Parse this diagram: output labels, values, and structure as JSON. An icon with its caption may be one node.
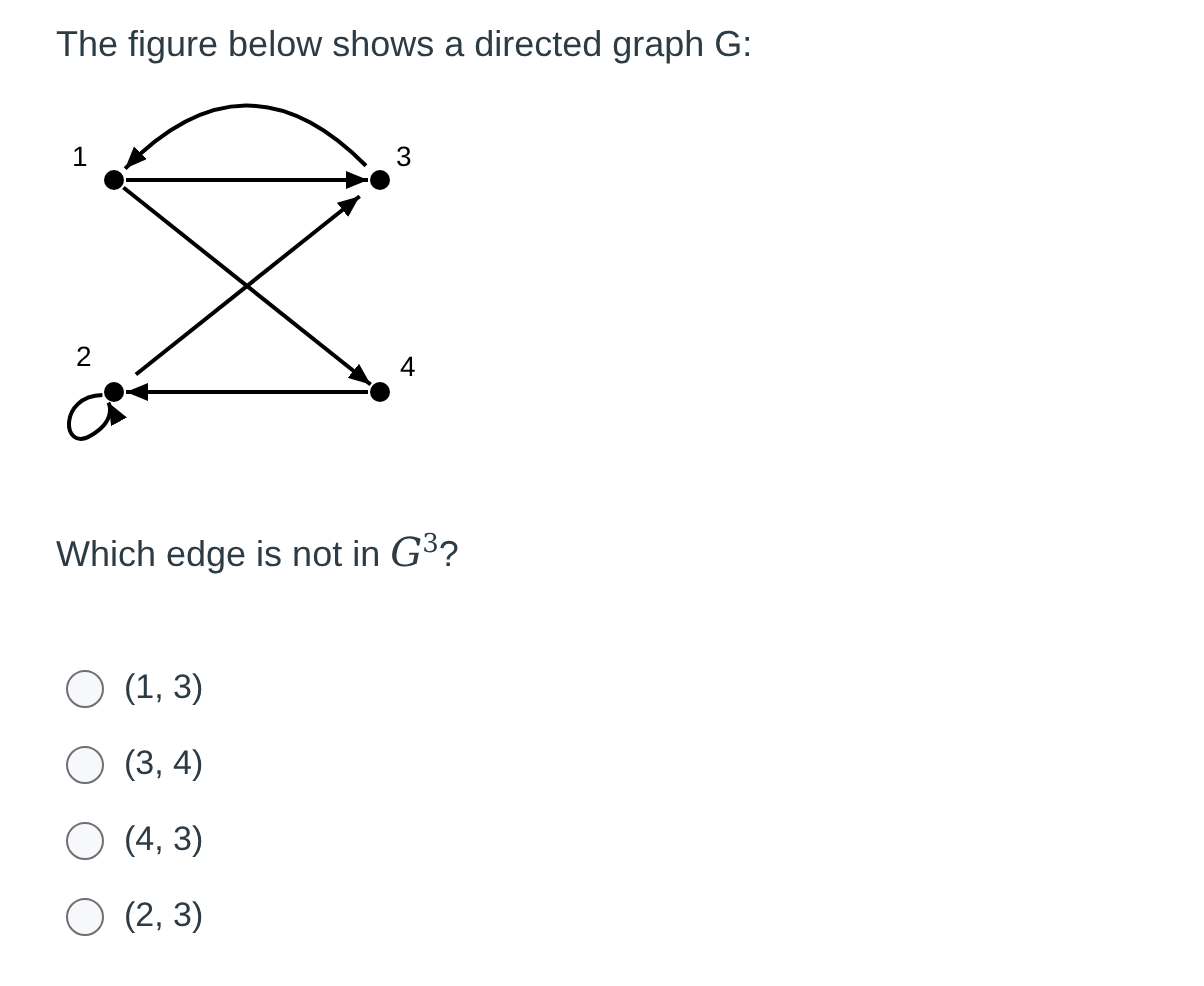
{
  "diagram": {
    "title": "The figure below shows a directed graph G:",
    "nodes": [
      {
        "text": [],
        "shape": "circle",
        "beside": [
          "1"
        ]
      },
      {
        "text": [],
        "shape": "circle",
        "beside": [
          "3"
        ]
      },
      {
        "text": [],
        "shape": "circle",
        "beside": [
          "2"
        ]
      },
      {
        "text": [],
        "shape": "circle",
        "beside": [
          "4"
        ]
      }
    ],
    "edges": [
      {
        "from": 1,
        "to": 0,
        "arrow": "to"
      },
      {
        "from": 0,
        "to": 1,
        "arrow": "to"
      },
      {
        "from": 0,
        "to": 3,
        "arrow": "to"
      },
      {
        "from": 2,
        "to": 1,
        "arrow": "to"
      },
      {
        "from": 3,
        "to": 2,
        "arrow": "to"
      },
      {
        "from": 2,
        "to": 2,
        "arrow": "to"
      }
    ],
    "labels": [
      "Which edge is not in *G*$^{3}$?",
      "(1, 3)",
      "(3, 4)",
      "(4, 3)",
      "(2, 3)"
    ]
  }
}
